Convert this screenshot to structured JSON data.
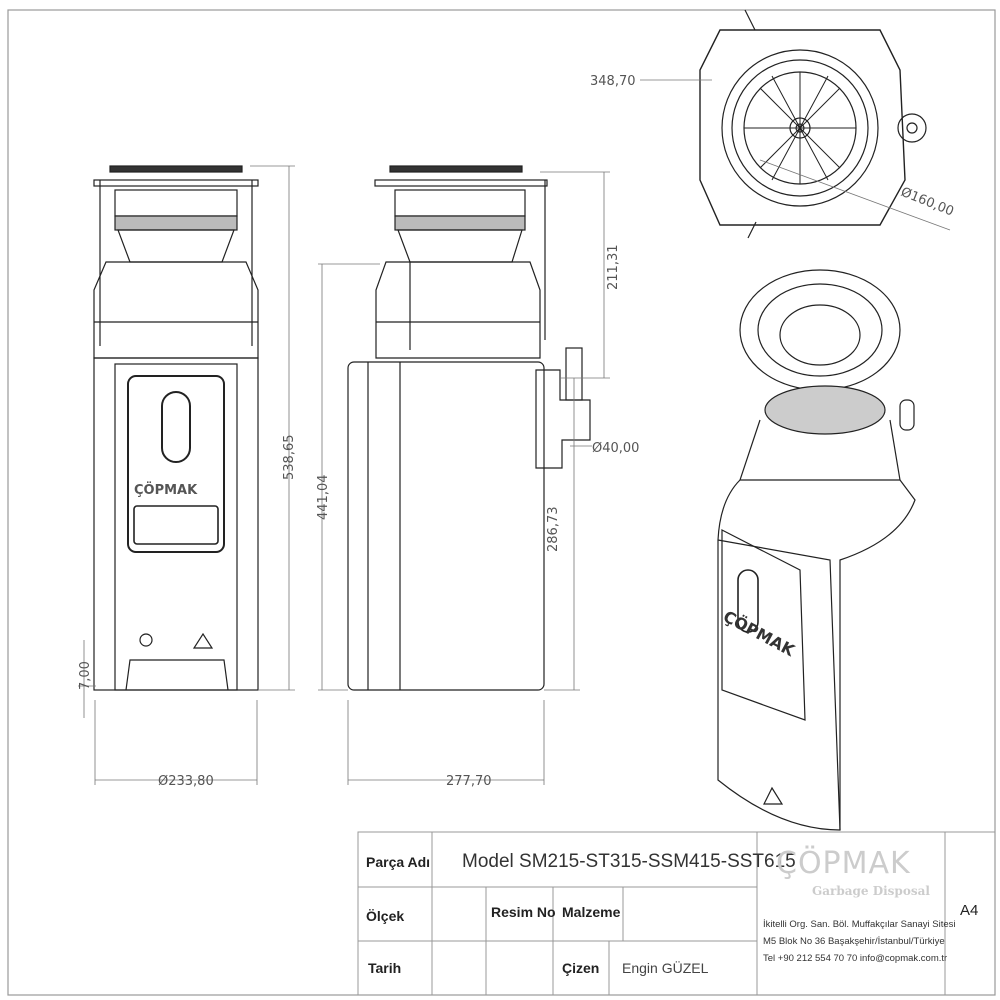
{
  "dimensions": {
    "top_view_width": "348,70",
    "inlet_diameter": "Ø160,00",
    "upper_height": "211,31",
    "outlet_diameter": "Ø40,00",
    "lower_height": "286,73",
    "total_height": "538,65",
    "body_height": "441,04",
    "foot_height": "7,00",
    "front_diameter": "Ø233,80",
    "side_depth": "277,70"
  },
  "brand_on_unit": "ÇÖPMAK",
  "title_block": {
    "part_name_label": "Parça Adı",
    "part_name_value": "Model SM215-ST315-SSM415-SST615",
    "scale_label": "Ölçek",
    "drawing_no_label": "Resim No",
    "material_label": "Malzeme",
    "date_label": "Tarih",
    "drawn_by_label": "Çizen",
    "drawn_by_value": "Engin GÜZEL",
    "logo_text": "ÇÖPMAK",
    "logo_subtitle": "Garbage Disposal",
    "address_line1": "İkitelli Org. San. Böl. Muffakçılar Sanayi Sitesi",
    "address_line2": "M5 Blok No 36 Başakşehir/İstanbul/Türkiye",
    "address_line3": "Tel +90 212 554 70 70 info@copmak.com.tr",
    "sheet_size": "A4"
  }
}
